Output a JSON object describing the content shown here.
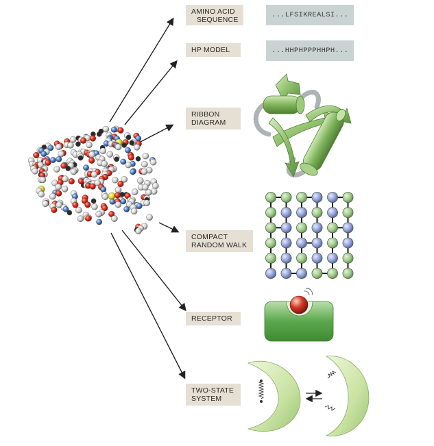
{
  "labels": {
    "amino_acid_sequence": [
      "AMINO ACID",
      "SEQUENCE"
    ],
    "hp_model": [
      "HP MODEL"
    ],
    "ribbon_diagram": [
      "RIBBON",
      "DIAGRAM"
    ],
    "compact_random_walk": [
      "COMPACT",
      "RANDOM WALK"
    ],
    "receptor": [
      "RECEPTOR"
    ],
    "two_state_system": [
      "TWO-STATE",
      "SYSTEM"
    ]
  },
  "sequences": {
    "amino_acid": "...LFSIKREALSI...",
    "hp": "...HHPHPPPHHPH..."
  },
  "colors": {
    "label_bg": "#e6dfd3",
    "sequence_bg": "#c9d3d1",
    "ribbon_green": "#8fc06b",
    "lattice_green": "#9cc98a",
    "lattice_blue": "#8f9fd6",
    "receptor_green": "#5aa84d",
    "ligand_red": "#d63a25"
  }
}
